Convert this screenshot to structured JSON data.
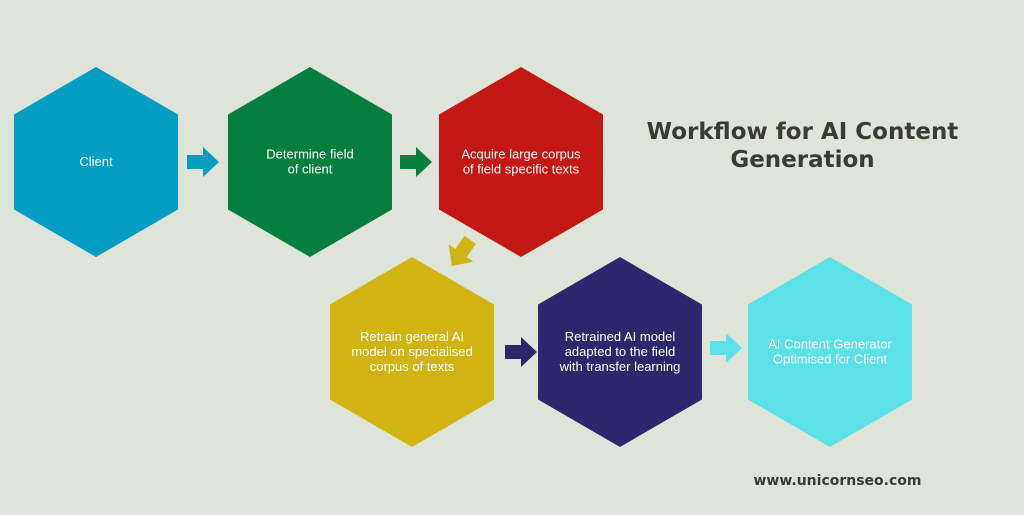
{
  "title": {
    "line1": "Workflow for AI Content",
    "line2": "Generation"
  },
  "footer": {
    "website": "www.unicornseo.com"
  },
  "colors": {
    "background": "#dfe4d8",
    "text_dark": "#3a3a36"
  },
  "steps": [
    {
      "lines": [
        "Client"
      ],
      "color": "#029ec2"
    },
    {
      "lines": [
        "Determine field",
        "of client"
      ],
      "color": "#047f3f"
    },
    {
      "lines": [
        "Acquire large corpus",
        "of field specific texts"
      ],
      "color": "#c31814"
    },
    {
      "lines": [
        "Retrain general AI",
        "model on specialised",
        "corpus of texts"
      ],
      "color": "#d1b413"
    },
    {
      "lines": [
        "Retrained AI model",
        "adapted to the field",
        "with transfer learning"
      ],
      "color": "#2d276e"
    },
    {
      "lines": [
        "AI Content Generator",
        "Optimised for Client"
      ],
      "color": "#5be1e6"
    }
  ],
  "arrows": [
    {
      "from": "Client",
      "to": "Determine field of client",
      "color": "#029ec2"
    },
    {
      "from": "Determine field of client",
      "to": "Acquire large corpus of field specific texts",
      "color": "#047f3f"
    },
    {
      "from": "Acquire large corpus of field specific texts",
      "to": "Retrain general AI model on specialised corpus of texts",
      "color": "#d1b413"
    },
    {
      "from": "Retrain general AI model on specialised corpus of texts",
      "to": "Retrained AI model adapted to the field with transfer learning",
      "color": "#2d276e"
    },
    {
      "from": "Retrained AI model adapted to the field with transfer learning",
      "to": "AI Content Generator Optimised for Client",
      "color": "#5be1e6"
    }
  ]
}
